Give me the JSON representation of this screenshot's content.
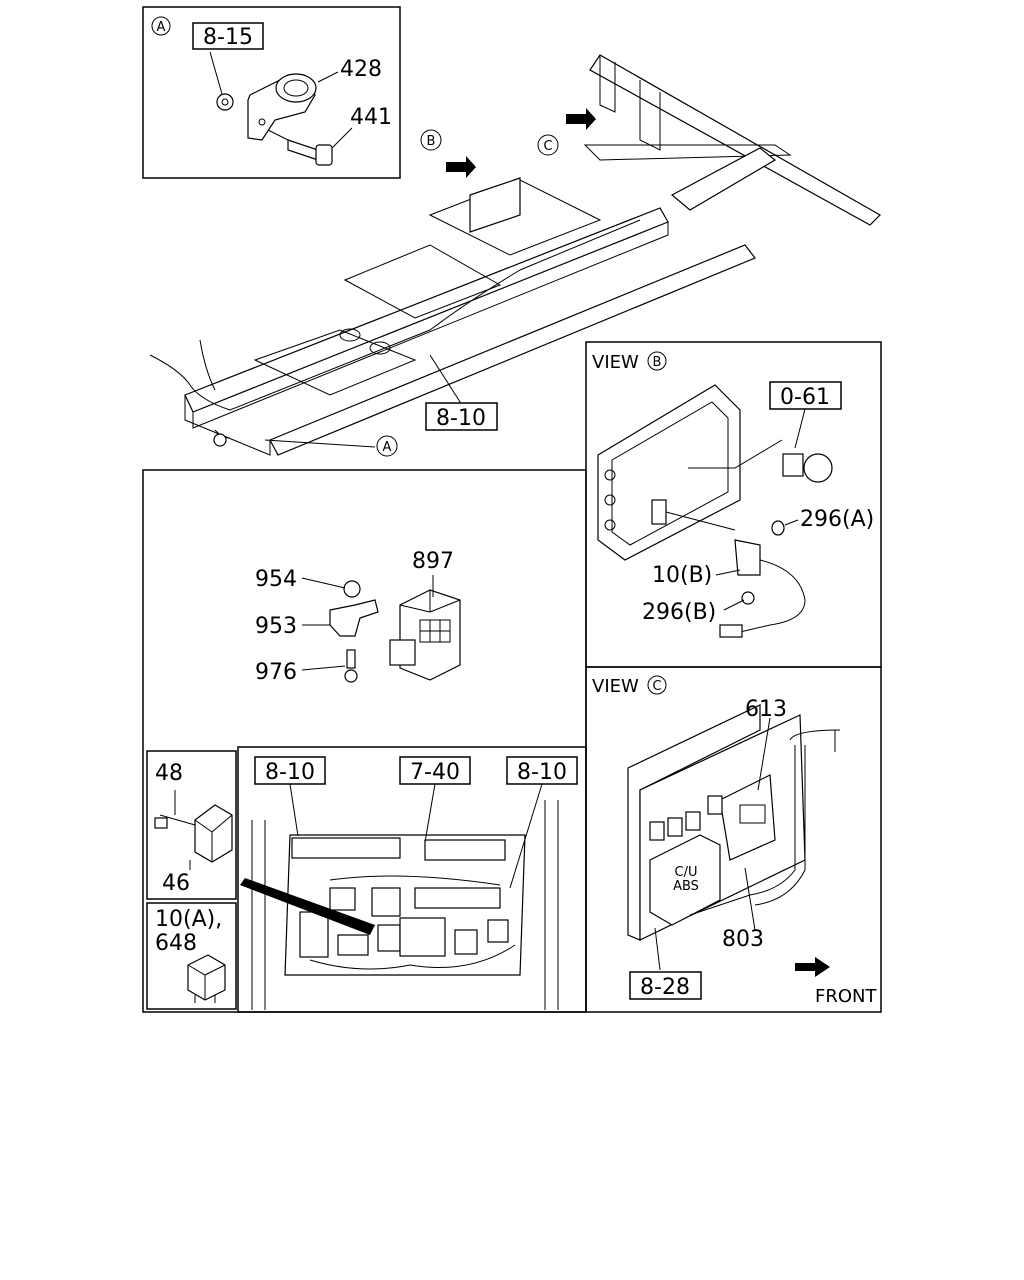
{
  "callouts": {
    "a_circle": "A",
    "b_circle": "B",
    "c_circle": "C",
    "a_ref": "A",
    "ref_8_15": "8-15",
    "p428": "428",
    "p441": "441",
    "ref_8_10_chassis": "8-10",
    "p897": "897",
    "p954": "954",
    "p953": "953",
    "p976": "976",
    "p48": "48",
    "p46": "46",
    "p10a": "10(A),",
    "p648": "648",
    "ref_8_10_left": "8-10",
    "ref_7_40": "7-40",
    "ref_8_10_right": "8-10"
  },
  "view_b": {
    "title": "VIEW",
    "circle": "B",
    "ref_0_61": "0-61",
    "p296a": "296(A)",
    "p10b": "10(B)",
    "p296b": "296(B)"
  },
  "view_c": {
    "title": "VIEW",
    "circle": "C",
    "p613": "613",
    "cu_abs_1": "C/U",
    "cu_abs_2": "ABS",
    "p803": "803",
    "ref_8_28": "8-28",
    "front": "FRONT"
  }
}
